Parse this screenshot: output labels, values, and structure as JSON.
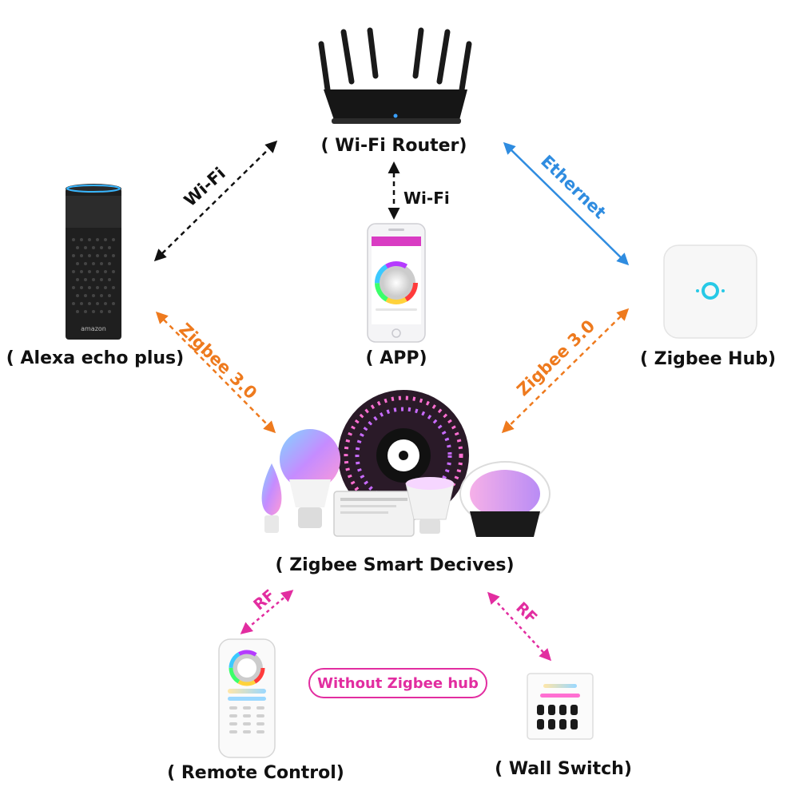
{
  "colors": {
    "wifi": "#111111",
    "ethernet": "#2f8ce0",
    "zigbee": "#ee7a1e",
    "rf": "#e22da0"
  },
  "devices": {
    "router": "( Wi-Fi Router)",
    "alexa": "( Alexa echo plus)",
    "app": "( APP)",
    "hub": "( Zigbee Hub)",
    "smart": "( Zigbee Smart Decives)",
    "remote": "( Remote Control)",
    "switch": "( Wall Switch)"
  },
  "connections": {
    "wifi_left": "Wi-Fi",
    "wifi_app": "Wi-Fi",
    "ethernet": "Ethernet",
    "zigbee_left": "Zigbee 3.0",
    "zigbee_right": "Zigbee 3.0",
    "rf_left": "RF",
    "rf_right": "RF"
  },
  "note": "Without Zigbee hub",
  "images": {
    "alexa_brand": "amazon"
  }
}
